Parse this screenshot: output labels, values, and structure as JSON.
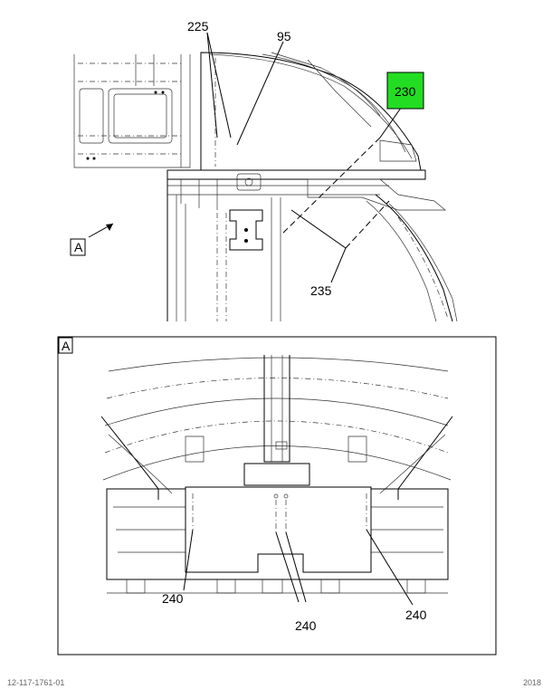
{
  "callouts": {
    "c225": "225",
    "c95": "95",
    "c230": "230",
    "c235": "235",
    "view_a_arrow": "A",
    "view_a_label": "A",
    "c240_left": "240",
    "c240_center": "240",
    "c240_right": "240"
  },
  "highlight_color": "#22dd22",
  "footer": {
    "left": "12-117-1761-01",
    "right": "2018"
  }
}
